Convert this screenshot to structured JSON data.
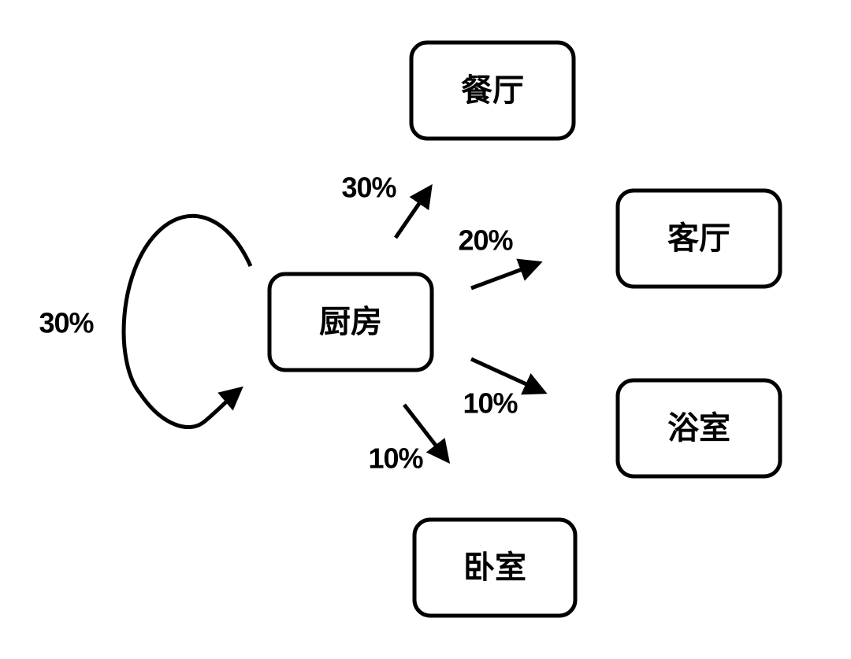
{
  "nodes": {
    "kitchen": "厨房",
    "dining_room": "餐厅",
    "living_room": "客厅",
    "bathroom": "浴室",
    "bedroom": "卧室"
  },
  "edges": {
    "kitchen_to_kitchen": "30%",
    "kitchen_to_dining_room": "30%",
    "kitchen_to_living_room": "20%",
    "kitchen_to_bathroom": "10%",
    "kitchen_to_bedroom": "10%"
  },
  "colors": {
    "stroke": "#000000",
    "background": "#ffffff"
  }
}
